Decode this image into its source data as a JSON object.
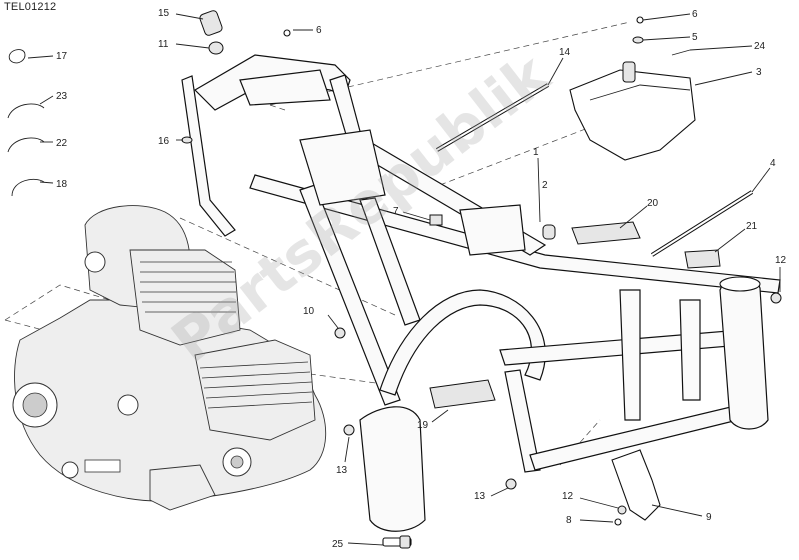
{
  "diagram": {
    "code": "TEL01212",
    "watermark": "PartsRepublik",
    "labels": {
      "l1": "1",
      "l2": "2",
      "l3": "3",
      "l4": "4",
      "l5": "5",
      "l6a": "6",
      "l6b": "6",
      "l7": "7",
      "l8": "8",
      "l9": "9",
      "l10": "10",
      "l11": "11",
      "l12a": "12",
      "l12b": "12",
      "l13a": "13",
      "l13b": "13",
      "l14": "14",
      "l15": "15",
      "l16": "16",
      "l17": "17",
      "l18": "18",
      "l19": "19",
      "l20": "20",
      "l21": "21",
      "l22": "22",
      "l23": "23",
      "l24": "24",
      "l25": "25"
    }
  }
}
